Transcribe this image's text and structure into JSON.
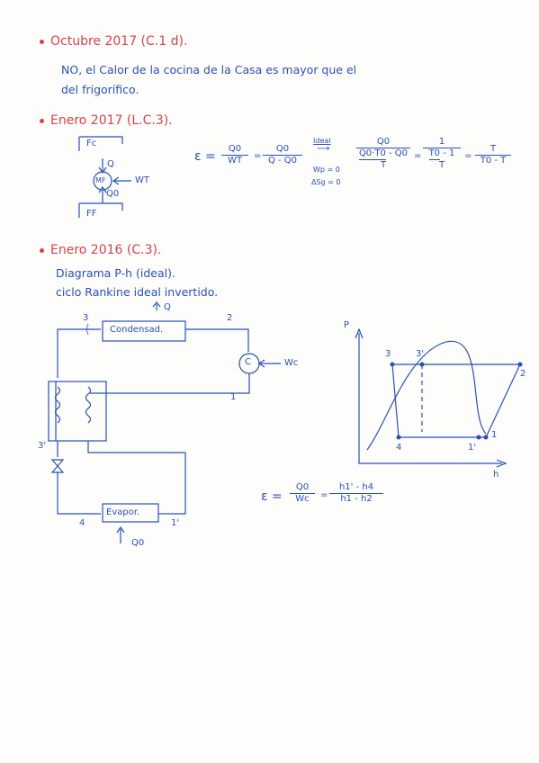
{
  "sections": [
    {
      "heading": "Octubre 2017 (C.1 d).",
      "text_line1": "NO, el Calor de la cocina de la Casa es mayor que el",
      "text_line2": "del frigorífico."
    },
    {
      "heading": "Enero 2017 (L.C.3).",
      "diagram": {
        "hot_label": "Fc",
        "cold_label": "FF",
        "machine_label": "MF",
        "q_label": "Q",
        "q0_label": "Q0",
        "work_label": "WT"
      },
      "equation": {
        "lhs": "ε =",
        "f1_num": "Q0",
        "f1_den": "WT",
        "eq1": "=",
        "f2_num": "Q0",
        "f2_den": "Q - Q0",
        "ideal_label": "Ideal",
        "cond1": "Wp = 0",
        "cond2": "ΔSg = 0",
        "f3_num": "Q0",
        "f3_den_a": "Q0·T0",
        "f3_den_b": "T",
        "f3_den_c": "- Q0",
        "eq2": "=",
        "f4_num": "1",
        "f4_den_a": "T0",
        "f4_den_b": "T",
        "f4_den_c": "- 1",
        "eq3": "=",
        "f5_num": "T",
        "f5_den": "T0 - T"
      }
    },
    {
      "heading": "Enero 2016 (C.3).",
      "text_line1": "Diagrama P-h (ideal).",
      "text_line2": "ciclo Rankine ideal invertido.",
      "cycle": {
        "top_q": "Q",
        "condenser": "Condensad.",
        "evaporator": "Evapor.",
        "compressor": "C",
        "work": "Wc",
        "bottom_q": "Q0",
        "pts": {
          "p3": "3",
          "p2": "2",
          "p1": "1",
          "p3p": "3'",
          "p4": "4",
          "p1p": "1'"
        }
      },
      "ph": {
        "y_axis": "P",
        "x_axis": "h",
        "p3": "3",
        "p3p": "3'",
        "p2": "2",
        "p4": "4",
        "p1p": "1'",
        "p1": "1"
      },
      "cop": {
        "lhs": "ε =",
        "f1_num": "Q0",
        "f1_den": "Wc",
        "eq": "=",
        "f2_num": "h1' - h4",
        "f2_den": "h1 - h2"
      }
    }
  ]
}
